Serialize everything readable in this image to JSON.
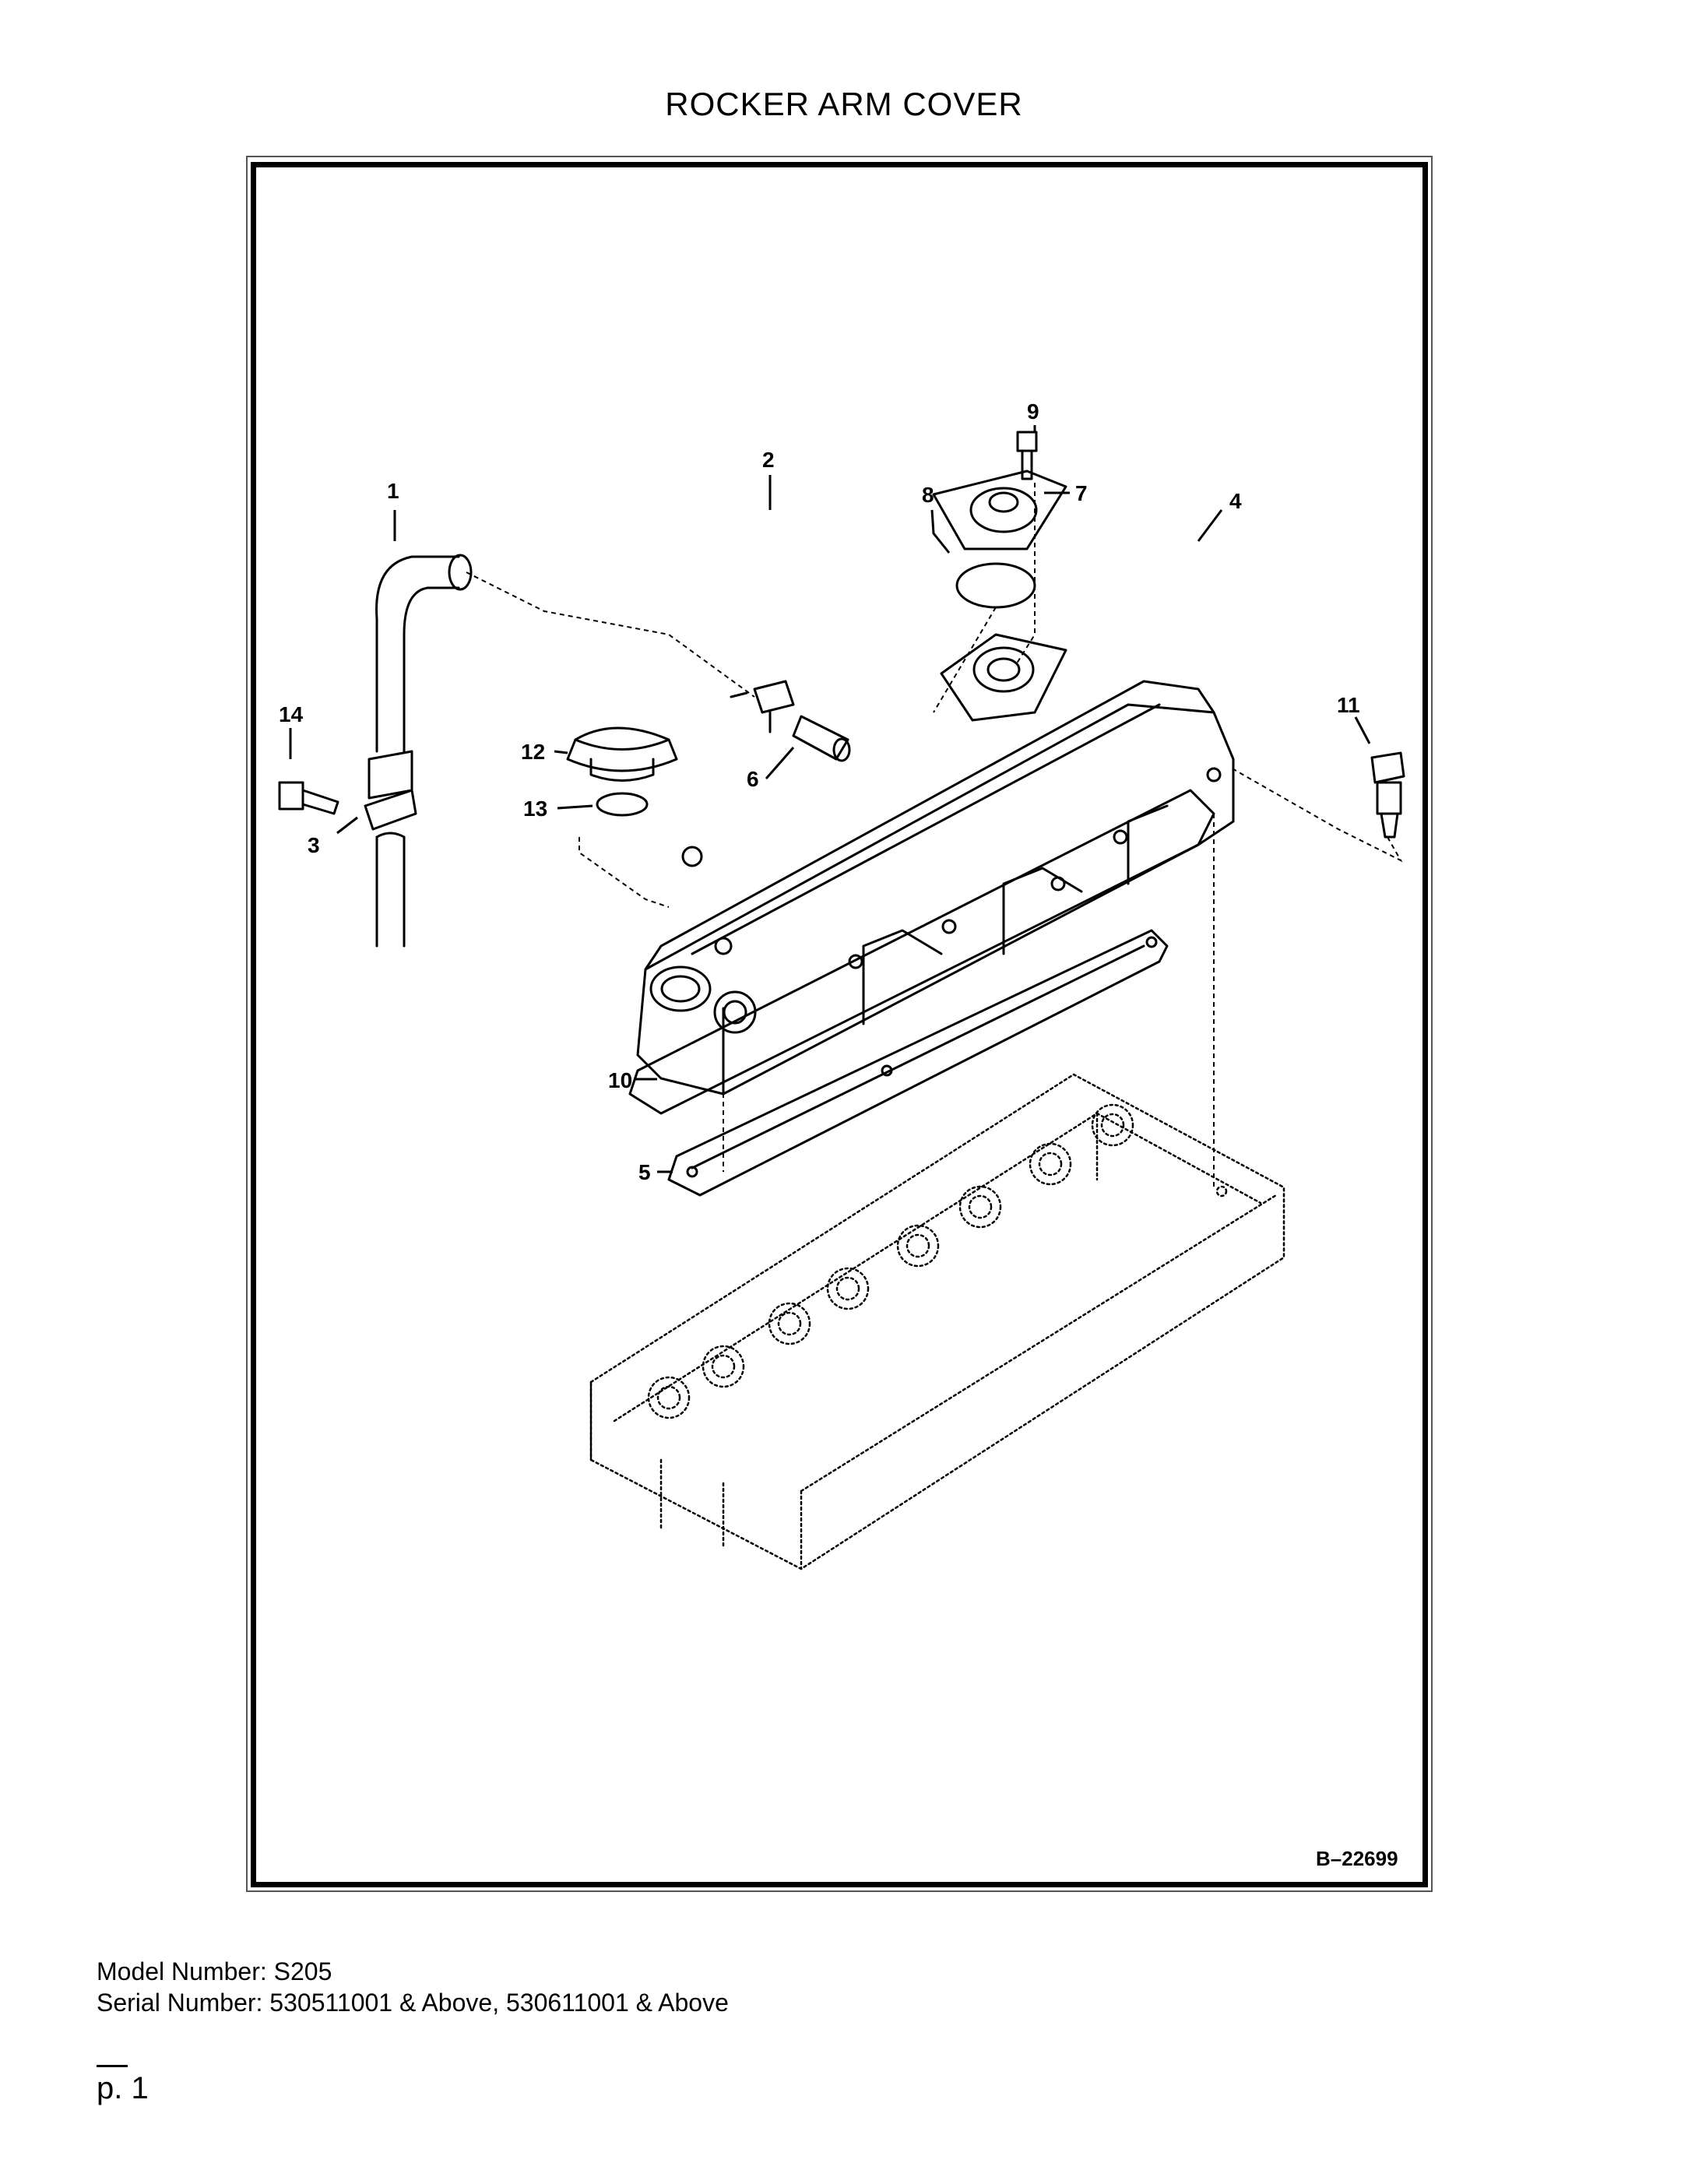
{
  "document": {
    "title": "ROCKER ARM COVER",
    "figure_id": "B–22699",
    "model_number": "Model Number: S205",
    "serial_number": "Serial Number: 530511001 & Above, 530611001 & Above",
    "page_number": "p. 1"
  },
  "diagram": {
    "callouts": [
      "1",
      "2",
      "3",
      "4",
      "5",
      "6",
      "7",
      "8",
      "9",
      "10",
      "11",
      "12",
      "13",
      "14"
    ]
  }
}
